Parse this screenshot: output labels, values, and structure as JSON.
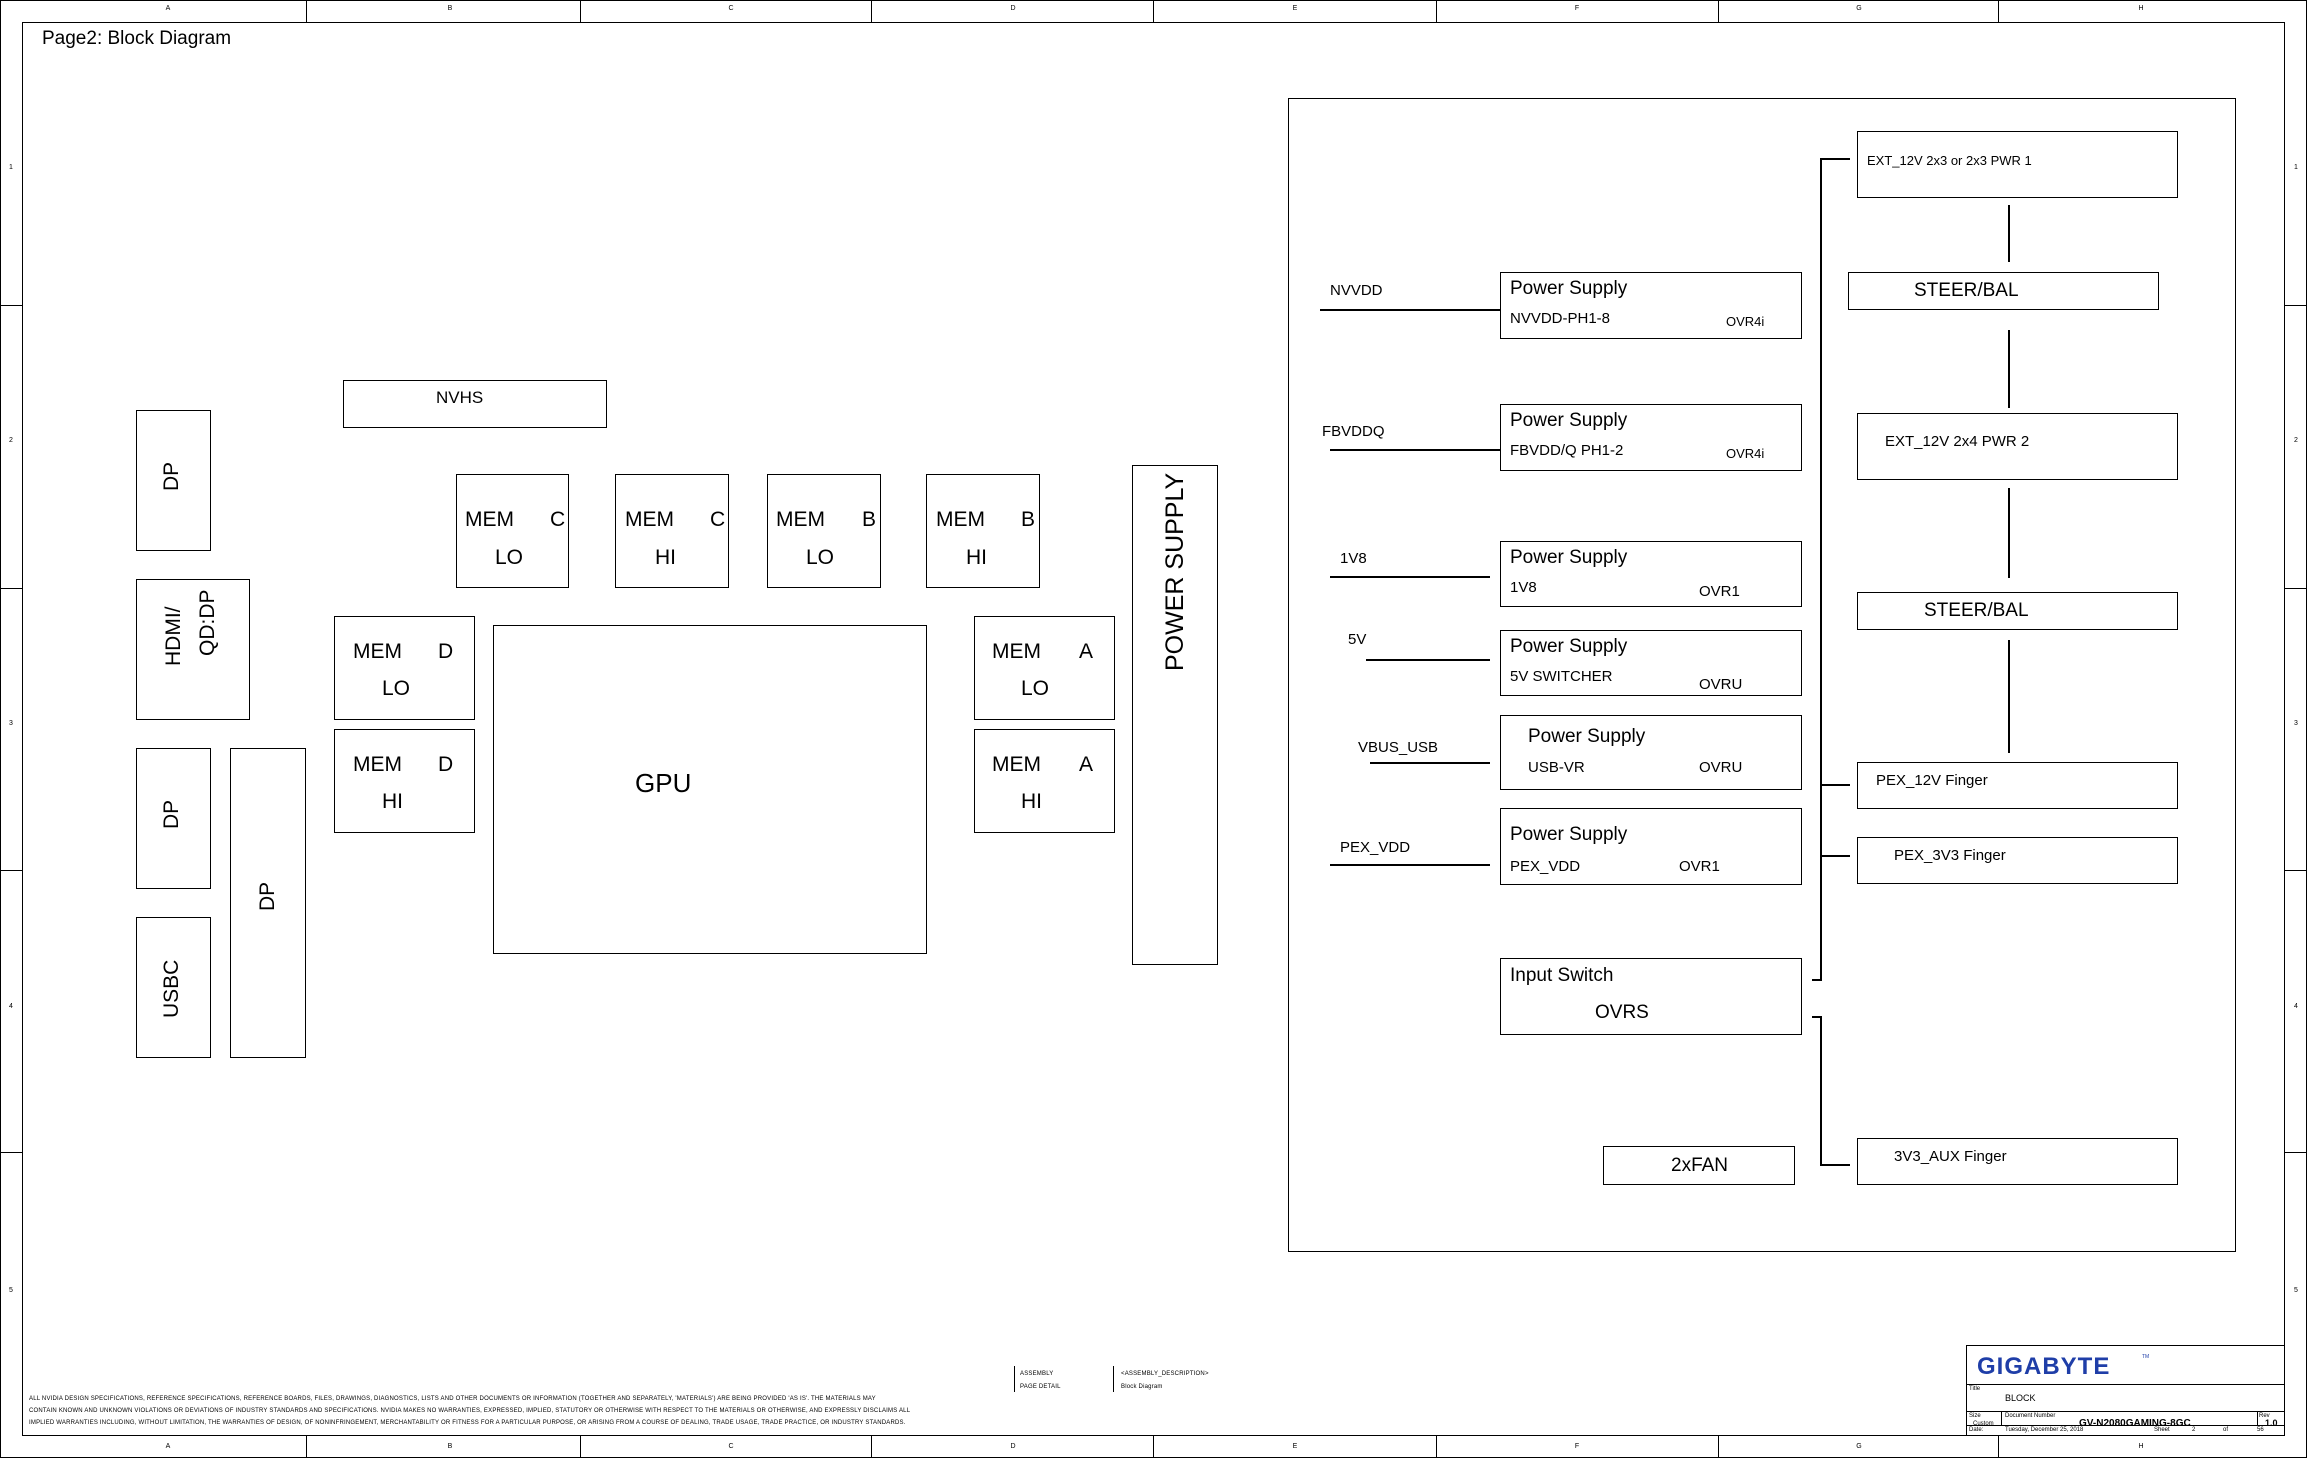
{
  "page": {
    "title": "Page2: Block Diagram"
  },
  "border": {
    "col_labels": [
      "A",
      "B",
      "C",
      "D",
      "E",
      "F",
      "G",
      "H"
    ],
    "row_labels": [
      "1",
      "2",
      "3",
      "4",
      "5"
    ]
  },
  "left": {
    "nvhs": "NVHS",
    "dp_top": "DP",
    "hdmi_a": "HDMI/",
    "hdmi_b": "QD:DP",
    "dp_mid": "DP",
    "dp_right": "DP",
    "usbc": "USBC",
    "gpu": "GPU",
    "power_supply": "POWER SUPPLY",
    "mem_c_lo": {
      "a": "MEM",
      "b": "C",
      "c": "LO"
    },
    "mem_c_hi": {
      "a": "MEM",
      "b": "C",
      "c": "HI"
    },
    "mem_b_lo": {
      "a": "MEM",
      "b": "B",
      "c": "LO"
    },
    "mem_b_hi": {
      "a": "MEM",
      "b": "B",
      "c": "HI"
    },
    "mem_d_lo": {
      "a": "MEM",
      "b": "D",
      "c": "LO"
    },
    "mem_d_hi": {
      "a": "MEM",
      "b": "D",
      "c": "HI"
    },
    "mem_a_lo": {
      "a": "MEM",
      "b": "A",
      "c": "LO"
    },
    "mem_a_hi": {
      "a": "MEM",
      "b": "A",
      "c": "HI"
    }
  },
  "power": {
    "rails": [
      {
        "net": "NVVDD",
        "title": "Power Supply",
        "sub": "NVVDD-PH1-8",
        "tag": "OVR4i"
      },
      {
        "net": "FBVDDQ",
        "title": "Power Supply",
        "sub": "FBVDD/Q PH1-2",
        "tag": "OVR4i"
      },
      {
        "net": "1V8",
        "title": "Power Supply",
        "sub": "1V8",
        "tag": "OVR1"
      },
      {
        "net": "5V",
        "title": "Power Supply",
        "sub": "5V SWITCHER",
        "tag": "OVRU"
      },
      {
        "net": "VBUS_USB",
        "title": "Power Supply",
        "sub": "USB-VR",
        "tag": "OVRU"
      },
      {
        "net": "PEX_VDD",
        "title": "Power Supply",
        "sub": "PEX_VDD",
        "tag": "OVR1"
      }
    ],
    "input_switch": {
      "title": "Input Switch",
      "sub": "OVRS"
    },
    "fan": "2xFAN",
    "ext1": "EXT_12V 2x3 or 2x3 PWR 1",
    "steer1": "STEER/BAL",
    "ext2": "EXT_12V 2x4 PWR 2",
    "steer2": "STEER/BAL",
    "pex12": "PEX_12V Finger",
    "pex3v3": "PEX_3V3 Finger",
    "aux": "3V3_AUX Finger"
  },
  "footer": {
    "disclaimer": [
      "ALL NVIDIA DESIGN SPECIFICATIONS, REFERENCE SPECIFICATIONS, REFERENCE BOARDS, FILES, DRAWINGS, DIAGNOSTICS, LISTS AND OTHER DOCUMENTS OR INFORMATION (TOGETHER AND SEPARATELY, 'MATERIALS') ARE BEING PROVIDED 'AS IS'. THE MATERIALS MAY",
      "CONTAIN KNOWN AND UNKNOWN VIOLATIONS OR DEVIATIONS OF INDUSTRY STANDARDS AND SPECIFICATIONS. NVIDIA MAKES NO WARRANTIES, EXPRESSED, IMPLIED, STATUTORY OR OTHERWISE WITH RESPECT TO THE MATERIALS OR OTHERWISE, AND EXPRESSLY DISCLAIMS ALL",
      "IMPLIED WARRANTIES INCLUDING, WITHOUT LIMITATION, THE WARRANTIES OF DESIGN, OF NONINFRINGEMENT, MERCHANTABILITY OR FITNESS FOR A PARTICULAR PURPOSE, OR ARISING FROM A COURSE OF DEALING, TRADE USAGE, TRADE PRACTICE, OR INDUSTRY STANDARDS."
    ],
    "assembly": "ASSEMBLY",
    "page_detail": "PAGE DETAIL",
    "assembly_desc": "<ASSEMBLY_DESCRIPTION>",
    "block_diagram": "Block Diagram"
  },
  "titleblock": {
    "brand": "GIGABYTE",
    "tm": "TM",
    "title_label": "Title",
    "title": "BLOCK",
    "size_label": "Size",
    "size": "Custom",
    "docnum_label": "Document Number",
    "docnum": "GV-N2080GAMING-8GC",
    "rev_label": "Rev",
    "rev": "1.0",
    "date_label": "Date:",
    "date": "Tuesday, December 25, 2018",
    "sheet_label": "Sheet",
    "sheet": "2",
    "of_label": "of",
    "of": "56"
  }
}
